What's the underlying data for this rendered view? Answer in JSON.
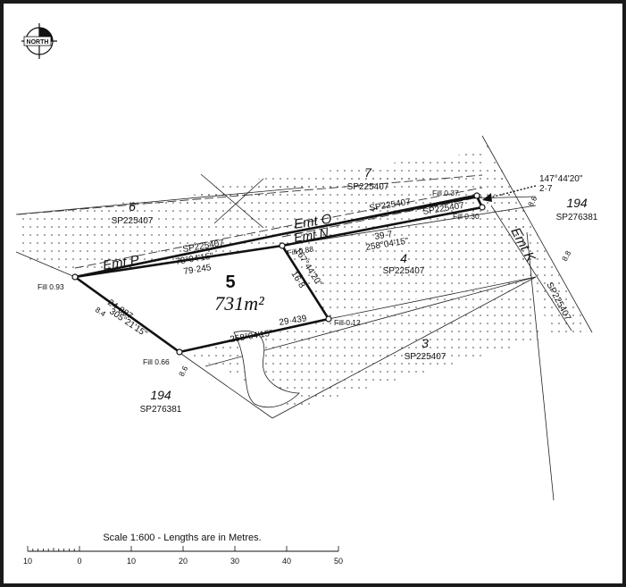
{
  "compass": {
    "label": "NORTH"
  },
  "lot": {
    "number": "5",
    "area": "731m²"
  },
  "easements": {
    "p": "Emt P",
    "o": "Emt O",
    "n": "Emt N",
    "k": "Emt K"
  },
  "neighbours": {
    "lot7": {
      "number": "7",
      "plan": "SP225407"
    },
    "lot6": {
      "number": "6",
      "plan": "SP225407"
    },
    "lot4": {
      "number": "4",
      "plan": "SP225407"
    },
    "lot3": {
      "number": "3",
      "plan": "SP225407"
    },
    "lot194_right": {
      "number": "194",
      "plan": "SP276381"
    },
    "lot194_bottom": {
      "number": "194",
      "plan": "SP276381"
    }
  },
  "plan_labels": {
    "sp_emt_p": "SP225407",
    "sp_emt_o": "SP225407",
    "sp_emt_n": "SP225407",
    "sp_emt_k": "SP225407"
  },
  "fills": {
    "top_right": "Fill 0.37",
    "right": "Fill 0.30",
    "mid": "Fill 0.88",
    "left": "Fill 0.93",
    "bottom_mid": "Fill 0.12",
    "bottom_left": "Fill 0.66"
  },
  "measurements": {
    "north_bearing": "78°04'15\"",
    "north_distance": "79·245",
    "n_distance": "39·7",
    "n_bearing": "258°04'15\"",
    "inner_bearing": "167°44'20\"",
    "inner_distance": "16·8",
    "south_distance": "29·439",
    "south_bearing": "258°04'15\"",
    "west_distance": "24·887",
    "west_bearing": "305°21'15\"",
    "callout_bearing": "147°44'20\"",
    "callout_distance": "2·7",
    "road_width_a": "8.6",
    "road_width_b": "8.8",
    "road_width_c": "8.4",
    "road_width_d": "8.6"
  },
  "scale": {
    "title": "Scale 1:600 - Lengths are in Metres.",
    "ticks": [
      "10",
      "0",
      "10",
      "20",
      "30",
      "40",
      "50"
    ]
  }
}
